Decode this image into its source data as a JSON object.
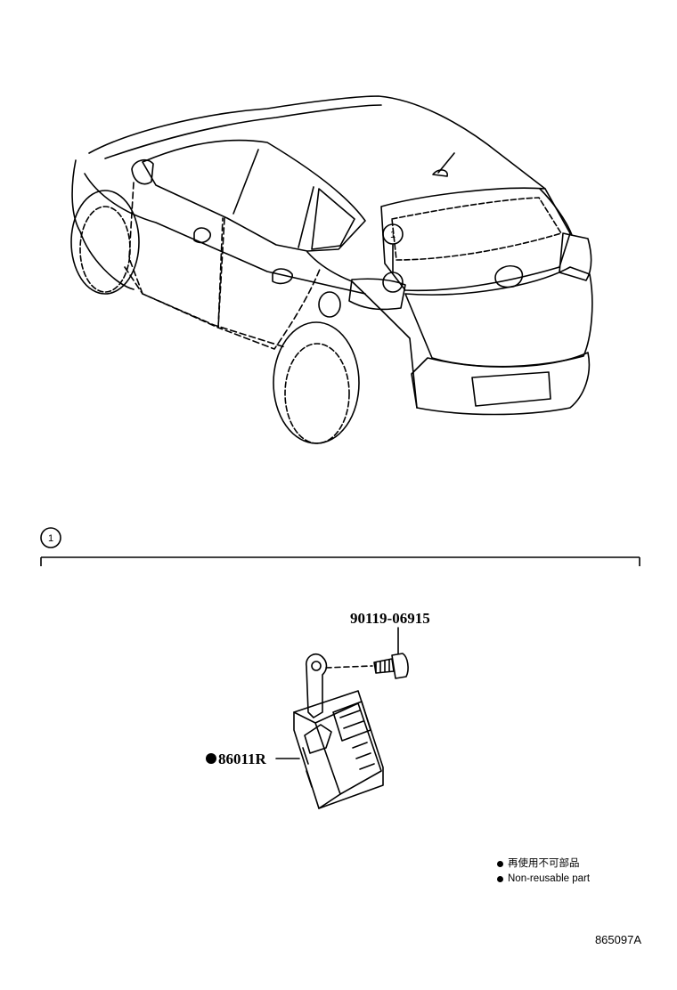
{
  "callouts": {
    "car_callout": "1",
    "section_callout": "1"
  },
  "parts": {
    "bolt_number": "90119-06915",
    "module_number": "86011R"
  },
  "legend": {
    "non_reusable_jp": "再使用不可部品",
    "non_reusable_en": "Non-reusable part"
  },
  "diagram_id": "865097A",
  "colors": {
    "ink": "#000000",
    "paper": "#ffffff"
  }
}
